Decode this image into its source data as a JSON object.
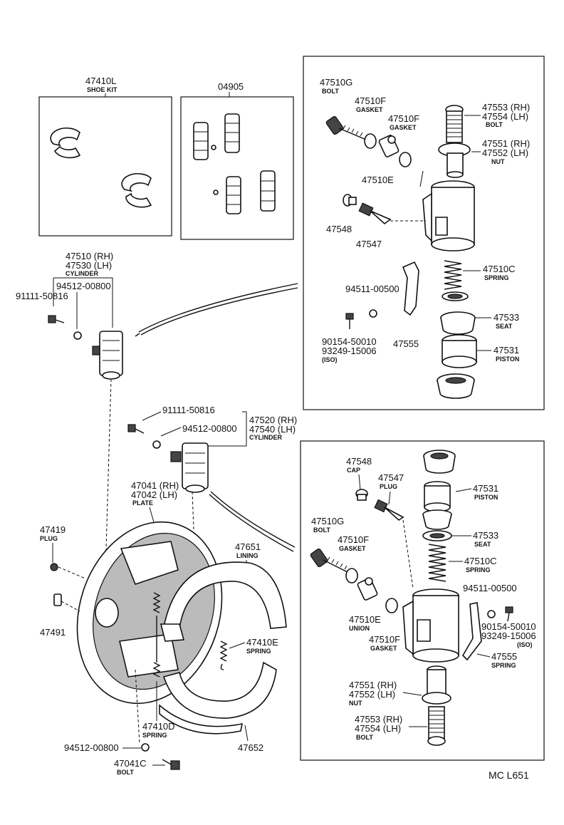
{
  "labels": {
    "shoe_kit_num": "47410L",
    "shoe_kit_name": "SHOE KIT",
    "kit_04905": "04905",
    "u_bolt_num": "47510G",
    "u_bolt_name": "BOLT",
    "u_gasket1_num": "47510F",
    "u_gasket1_name": "GASKET",
    "u_gasket2_num": "47510F",
    "u_gasket2_name": "GASKET",
    "u_union_num": "47510E",
    "u_bolt2_rh": "47553 (RH)",
    "u_bolt2_lh": "47554 (LH)",
    "u_bolt2_name": "BOLT",
    "u_nut_rh": "47551 (RH)",
    "u_nut_lh": "47552 (LH)",
    "u_nut_name": "NUT",
    "u_cap_num": "47548",
    "u_plug_num": "47547",
    "u_spring_num": "47510C",
    "u_spring_name": "SPRING",
    "u_washer_num": "94511-00500",
    "u_seat_num": "47533",
    "u_seat_name": "SEAT",
    "u_screw1": "90154-50010",
    "u_screw2": "93249-15006",
    "u_screw_iso": "(ISO)",
    "u_spring2_num": "47555",
    "u_piston_num": "47531",
    "u_piston_name": "PISTON",
    "cyl1_rh": "47510 (RH)",
    "cyl1_lh": "47530 (LH)",
    "cyl1_name": "CYLINDER",
    "cyl1_washer": "94512-00800",
    "cyl1_bolt": "91111-50816",
    "cyl2_bolt": "91111-50816",
    "cyl2_washer": "94512-00800",
    "cyl2_rh": "47520 (RH)",
    "cyl2_lh": "47540 (LH)",
    "cyl2_name": "CYLINDER",
    "plate_rh": "47041 (RH)",
    "plate_lh": "47042 (LH)",
    "plate_name": "PLATE",
    "plug_num": "47419",
    "plug_name": "PLUG",
    "pin_num": "47491",
    "lining_num": "47651",
    "lining_name": "LINING",
    "spring_e_num": "47410E",
    "spring_e_name": "SPRING",
    "spring_d_num": "47410D",
    "spring_d_name": "SPRING",
    "washer_bottom": "94512-00800",
    "bolt_c_num": "47041C",
    "bolt_c_name": "BOLT",
    "shoe_num": "47652",
    "l_cap_num": "47548",
    "l_cap_name": "CAP",
    "l_plug_num": "47547",
    "l_plug_name": "PLUG",
    "l_piston_num": "47531",
    "l_piston_name": "PISTON",
    "l_bolt_num": "47510G",
    "l_bolt_name": "BOLT",
    "l_gasket_num": "47510F",
    "l_gasket_name": "GASKET",
    "l_seat_num": "47533",
    "l_seat_name": "SEAT",
    "l_spring_num": "47510C",
    "l_spring_name": "SPRING",
    "l_washer_num": "94511-00500",
    "l_union_num": "47510E",
    "l_union_name": "UNION",
    "l_screw1": "90154-50010",
    "l_screw2": "93249-15006",
    "l_screw_iso": "(ISO)",
    "l_gasket2_num": "47510F",
    "l_gasket2_name": "GASKET",
    "l_spring2_num": "47555",
    "l_spring2_name": "SPRING",
    "l_nut_rh": "47551 (RH)",
    "l_nut_lh": "47552 (LH)",
    "l_nut_name": "NUT",
    "l_bolt2_rh": "47553 (RH)",
    "l_bolt2_lh": "47554 (LH)",
    "l_bolt2_name": "BOLT",
    "page_code": "MC  L651"
  }
}
